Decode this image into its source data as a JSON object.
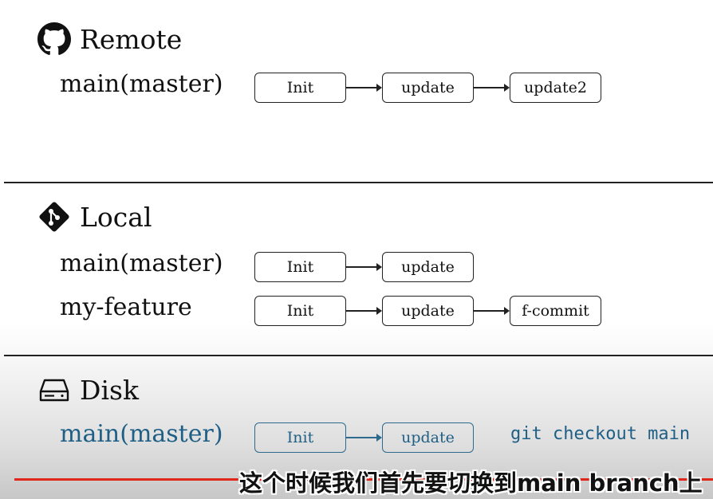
{
  "remote": {
    "title": "Remote",
    "icon": "github-icon",
    "branches": [
      {
        "name": "main(master)",
        "commits": [
          "Init",
          "update",
          "update2"
        ]
      }
    ]
  },
  "local": {
    "title": "Local",
    "icon": "git-icon",
    "branches": [
      {
        "name": "main(master)",
        "commits": [
          "Init",
          "update"
        ]
      },
      {
        "name": "my-feature",
        "commits": [
          "Init",
          "update",
          "f-commit"
        ]
      }
    ]
  },
  "disk": {
    "title": "Disk",
    "icon": "hard-drive-icon",
    "branches": [
      {
        "name": "main(master)",
        "commits": [
          "Init",
          "update"
        ]
      }
    ],
    "command": "git checkout main"
  },
  "video": {
    "subtitle": "这个时候我们首先要切换到main branch上",
    "progress_color": "#e0251b"
  },
  "colors": {
    "text": "#111111",
    "disk_accent": "#1f5f86"
  }
}
